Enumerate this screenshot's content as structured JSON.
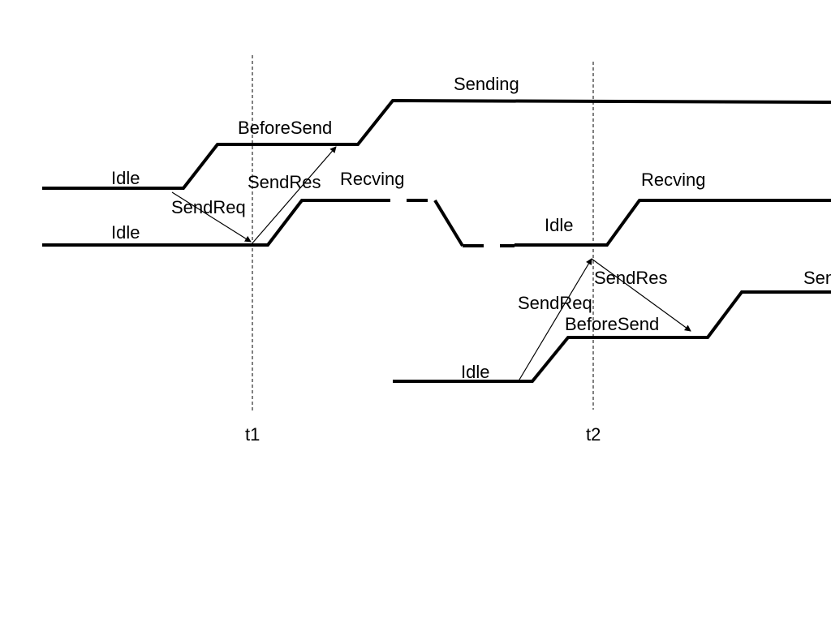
{
  "colors": {
    "ink": "#000000",
    "background": "#ffffff"
  },
  "labels": {
    "idle_a1": "Idle",
    "idle_b1": "Idle",
    "before_send_a": "BeforeSend",
    "sending_a": "Sending",
    "send_req_1": "SendReq",
    "send_res_1": "SendRes",
    "recving_b1": "Recving",
    "idle_b2": "Idle",
    "recving_b2": "Recving",
    "send_res_2": "SendRes",
    "send_req_2": "SendReq",
    "before_send_c": "BeforeSend",
    "idle_c": "Idle",
    "sending_c_partial": "Sen",
    "t1": "t1",
    "t2": "t2"
  }
}
